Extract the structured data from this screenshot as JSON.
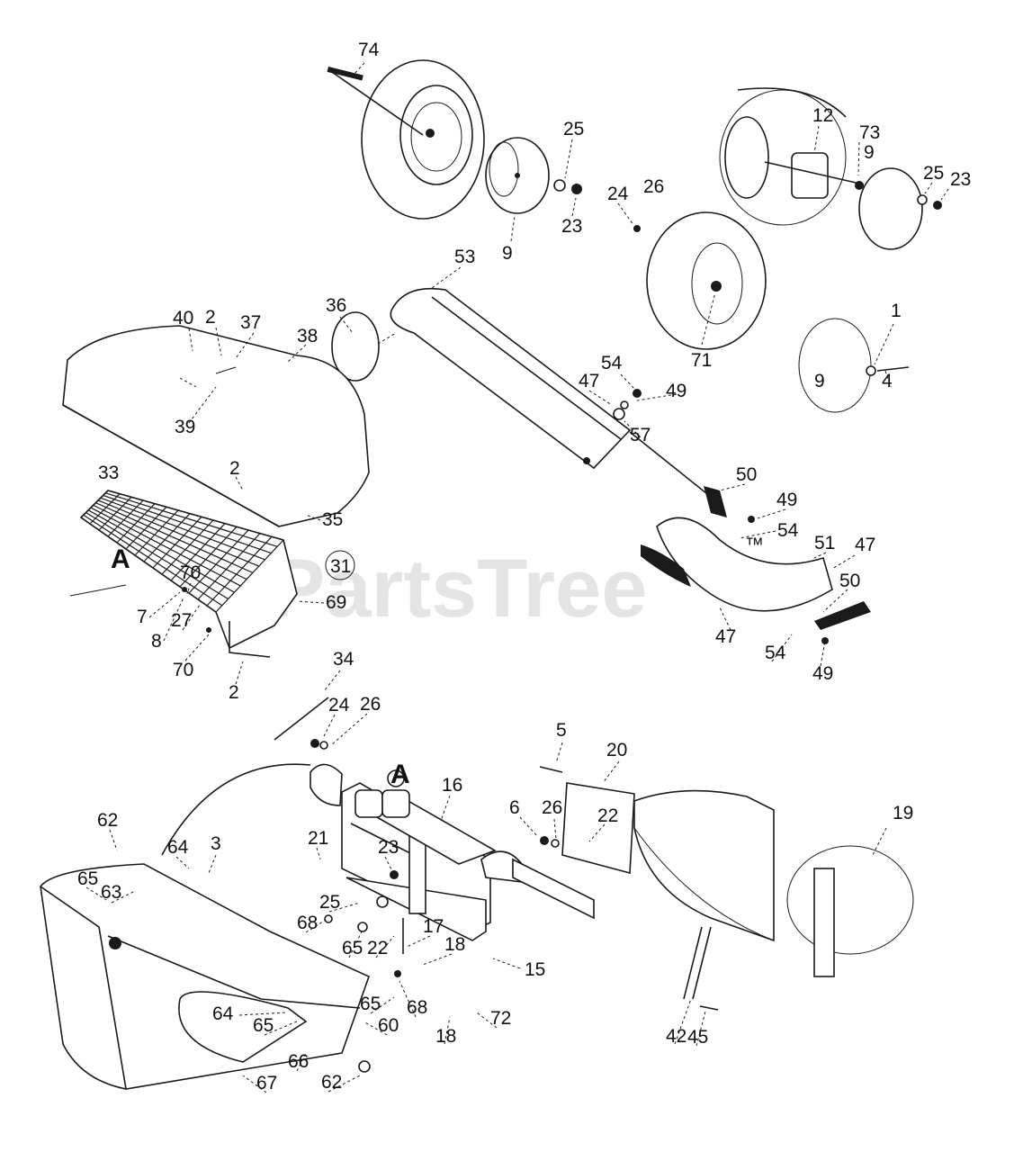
{
  "diagram": {
    "watermark": "PartsTree",
    "watermark_mark": "™",
    "callout_31": "31",
    "reference_letters": [
      "A",
      "A"
    ],
    "part_numbers": [
      "74",
      "25",
      "23",
      "9",
      "12",
      "73",
      "9",
      "25",
      "23",
      "24",
      "26",
      "71",
      "1",
      "4",
      "9",
      "53",
      "54",
      "49",
      "47",
      "57",
      "40",
      "2",
      "37",
      "38",
      "36",
      "39",
      "2",
      "35",
      "33",
      "50",
      "49",
      "54",
      "51",
      "47",
      "50",
      "47",
      "54",
      "49",
      "70",
      "7",
      "8",
      "27",
      "70",
      "69",
      "2",
      "34",
      "24",
      "26",
      "5",
      "20",
      "16",
      "6",
      "26",
      "22",
      "19",
      "62",
      "64",
      "3",
      "21",
      "23",
      "65",
      "63",
      "25",
      "68",
      "17",
      "18",
      "65",
      "22",
      "15",
      "65",
      "68",
      "64",
      "65",
      "60",
      "18",
      "72",
      "66",
      "62",
      "67",
      "42",
      "45"
    ]
  }
}
